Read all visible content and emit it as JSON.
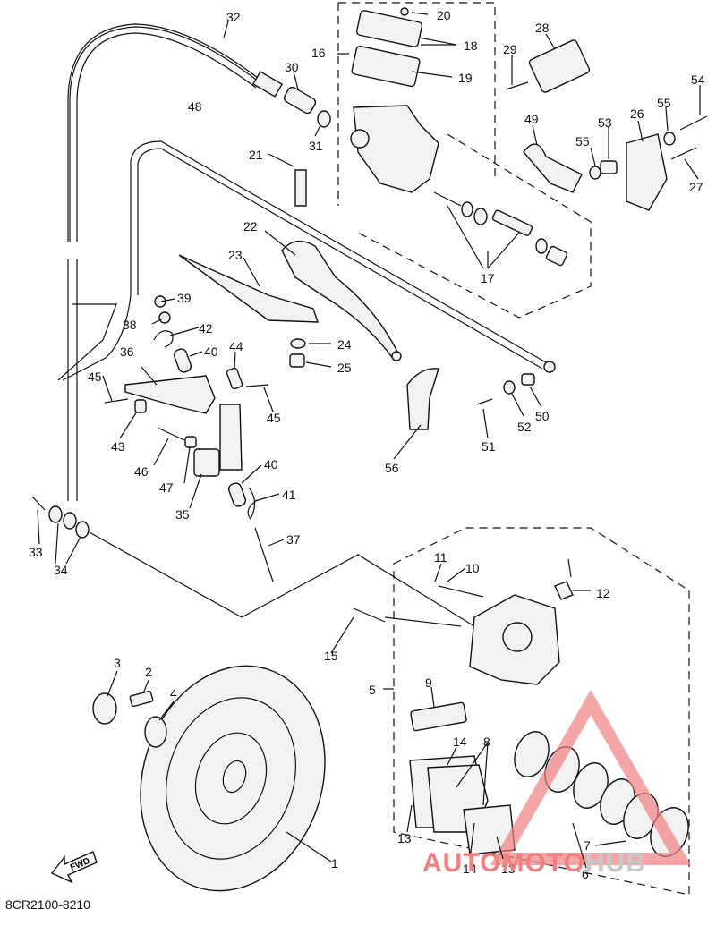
{
  "diagram_code": "8CR2100-8210",
  "fwd_label": "FWD",
  "watermark": {
    "part1": "AUTOMOTO",
    "part2": "HUB"
  },
  "labels": {
    "n1": "1",
    "n2": "2",
    "n3": "3",
    "n4": "4",
    "n5": "5",
    "n6": "6",
    "n7": "7",
    "n8": "8",
    "n9": "9",
    "n10": "10",
    "n11": "11",
    "n12": "12",
    "n13a": "13",
    "n13b": "13",
    "n14a": "14",
    "n14b": "14",
    "n15": "15",
    "n16": "16",
    "n17": "17",
    "n18": "18",
    "n19": "19",
    "n20": "20",
    "n21": "21",
    "n22": "22",
    "n23": "23",
    "n24": "24",
    "n25": "25",
    "n26": "26",
    "n27": "27",
    "n28": "28",
    "n29": "29",
    "n30": "30",
    "n31": "31",
    "n32": "32",
    "n33": "33",
    "n34": "34",
    "n35": "35",
    "n36": "36",
    "n37": "37",
    "n38": "38",
    "n39": "39",
    "n40a": "40",
    "n40b": "40",
    "n41": "41",
    "n42": "42",
    "n43": "43",
    "n44": "44",
    "n45a": "45",
    "n45b": "45",
    "n46": "46",
    "n47": "47",
    "n48": "48",
    "n49": "49",
    "n50": "50",
    "n51": "51",
    "n52": "52",
    "n53": "53",
    "n54": "54",
    "n55a": "55",
    "n55b": "55",
    "n56": "56"
  },
  "colors": {
    "watermark_red": "#f08080",
    "watermark_gray": "#c8c8c8"
  }
}
